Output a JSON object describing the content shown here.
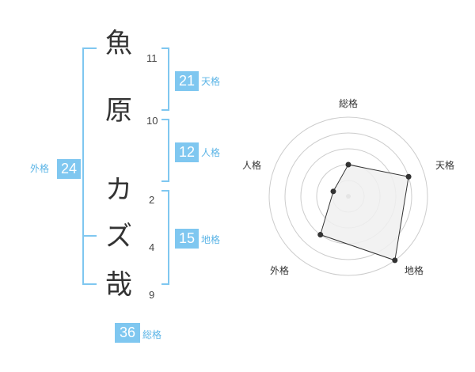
{
  "characters": [
    {
      "char": "魚",
      "strokes": "11"
    },
    {
      "char": "原",
      "strokes": "10"
    },
    {
      "char": "カ",
      "strokes": "2"
    },
    {
      "char": "ズ",
      "strokes": "4"
    },
    {
      "char": "哉",
      "strokes": "9"
    }
  ],
  "grades": {
    "tenkaku": {
      "label": "天格",
      "value": "21"
    },
    "jinkaku": {
      "label": "人格",
      "value": "12"
    },
    "chikaku": {
      "label": "地格",
      "value": "15"
    },
    "gaikaku": {
      "label": "外格",
      "value": "24"
    },
    "soukaku": {
      "label": "総格",
      "value": "36"
    }
  },
  "radar": {
    "axes": [
      "総格",
      "天格",
      "地格",
      "外格",
      "人格"
    ],
    "levels": [
      2,
      4,
      5,
      3,
      1
    ],
    "max_level": 5,
    "ring_count": 5,
    "colors": {
      "grid": "#cccccc",
      "fill": "#f0f0f0",
      "stroke": "#333333",
      "center": "#aaaaaa"
    }
  },
  "colors": {
    "accent": "#7fc7f0",
    "label": "#5bb4e6"
  }
}
